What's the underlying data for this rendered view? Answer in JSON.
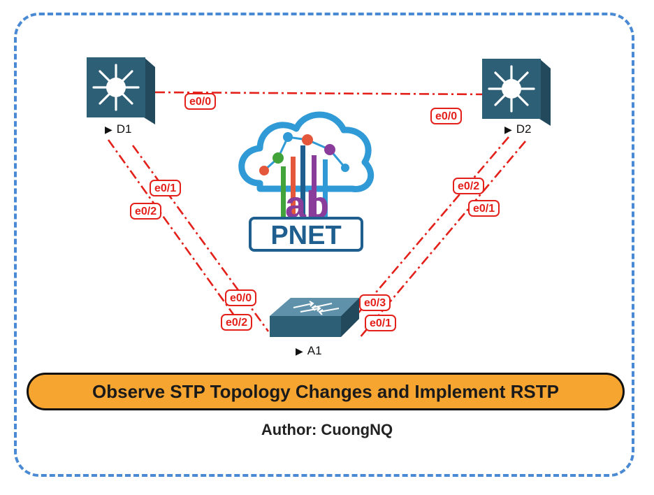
{
  "diagram": {
    "nodes": {
      "d1": {
        "label": "D1",
        "type": "multilayer-switch"
      },
      "d2": {
        "label": "D2",
        "type": "multilayer-switch"
      },
      "a1": {
        "label": "A1",
        "type": "access-switch"
      }
    },
    "links": [
      {
        "from": "D1",
        "to": "D2",
        "ports": [
          "e0/0",
          "e0/0"
        ]
      },
      {
        "from": "D1",
        "to": "A1",
        "ports": [
          "e0/1",
          "e0/0"
        ]
      },
      {
        "from": "D1",
        "to": "A1",
        "ports": [
          "e0/2",
          "e0/2"
        ]
      },
      {
        "from": "D2",
        "to": "A1",
        "ports": [
          "e0/2",
          "e0/3"
        ]
      },
      {
        "from": "D2",
        "to": "A1",
        "ports": [
          "e0/1",
          "e0/1"
        ]
      }
    ],
    "port_labels": {
      "d1_d2_d1": "e0/0",
      "d1_d2_d2": "e0/0",
      "d1_a1_1_d1": "e0/1",
      "d1_a1_2_d1": "e0/2",
      "d1_a1_1_a1": "e0/0",
      "d1_a1_2_a1": "e0/2",
      "d2_a1_1_d2": "e0/2",
      "d2_a1_2_d2": "e0/1",
      "d2_a1_1_a1": "e0/3",
      "d2_a1_2_a1": "e0/1"
    },
    "logo": {
      "text_main": "ab",
      "text_sub": "PNET",
      "colors": [
        "#2f9ad6",
        "#1f5f8f",
        "#8a3c9b",
        "#43a33b",
        "#e4573b"
      ]
    },
    "title": "Observe STP Topology Changes and Implement RSTP",
    "author": "Author: CuongNQ",
    "colors": {
      "link": "#e4201b",
      "frame": "#4a8ad4",
      "banner": "#f6a531",
      "switch": "#2d5f76"
    }
  }
}
